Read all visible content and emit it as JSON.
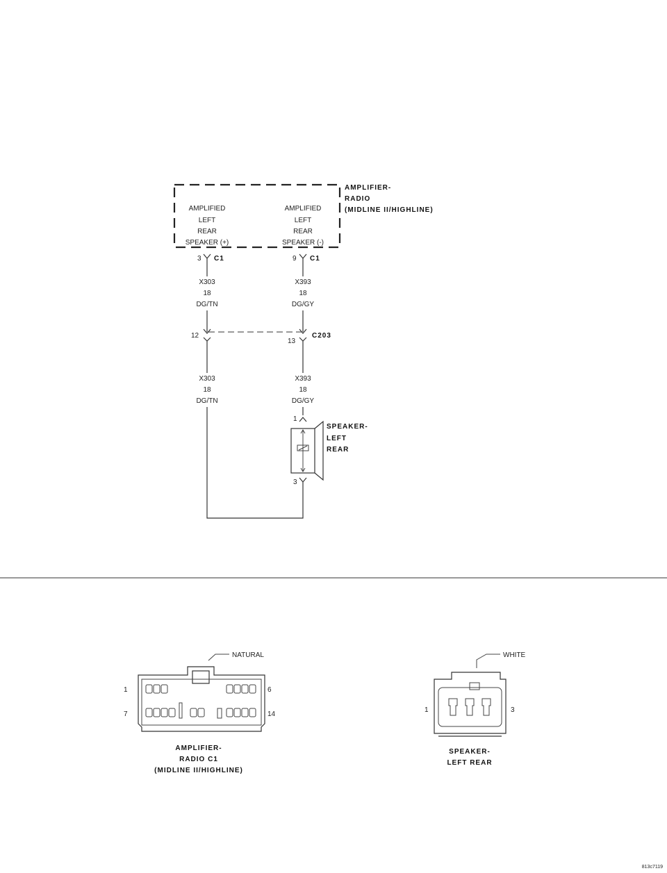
{
  "schematic": {
    "component": {
      "title_lines": [
        "AMPLIFIER-",
        "RADIO",
        "(MIDLINE II/HIGHLINE)"
      ],
      "pin_left_lines": [
        "AMPLIFIED",
        "LEFT",
        "REAR",
        "SPEAKER (+)"
      ],
      "pin_right_lines": [
        "AMPLIFIED",
        "LEFT",
        "REAR",
        "SPEAKER (-)"
      ]
    },
    "connector_c1": {
      "left_pin": "3",
      "right_pin": "9",
      "label": "C1"
    },
    "wire_left_upper": [
      "X303",
      "18",
      "DG/TN"
    ],
    "wire_right_upper": [
      "X393",
      "18",
      "DG/GY"
    ],
    "connector_c203": {
      "left_pin": "12",
      "right_pin": "13",
      "label": "C203"
    },
    "wire_left_lower": [
      "X303",
      "18",
      "DG/TN"
    ],
    "wire_right_lower": [
      "X393",
      "18",
      "DG/GY"
    ],
    "speaker": {
      "pin_top": "1",
      "pin_bottom": "3",
      "label_lines": [
        "SPEAKER-",
        "LEFT",
        "REAR"
      ]
    }
  },
  "connector_views": {
    "amplifier": {
      "color_callout": "NATURAL",
      "pin_top_left": "1",
      "pin_top_right": "6",
      "pin_bottom_left": "7",
      "pin_bottom_right": "14",
      "caption_lines": [
        "AMPLIFIER-",
        "RADIO C1",
        "(MIDLINE II/HIGHLINE)"
      ]
    },
    "speaker": {
      "color_callout": "WHITE",
      "pin_left": "1",
      "pin_right": "3",
      "caption_lines": [
        "SPEAKER-",
        "LEFT REAR"
      ]
    }
  },
  "figure_id": "813c7119"
}
